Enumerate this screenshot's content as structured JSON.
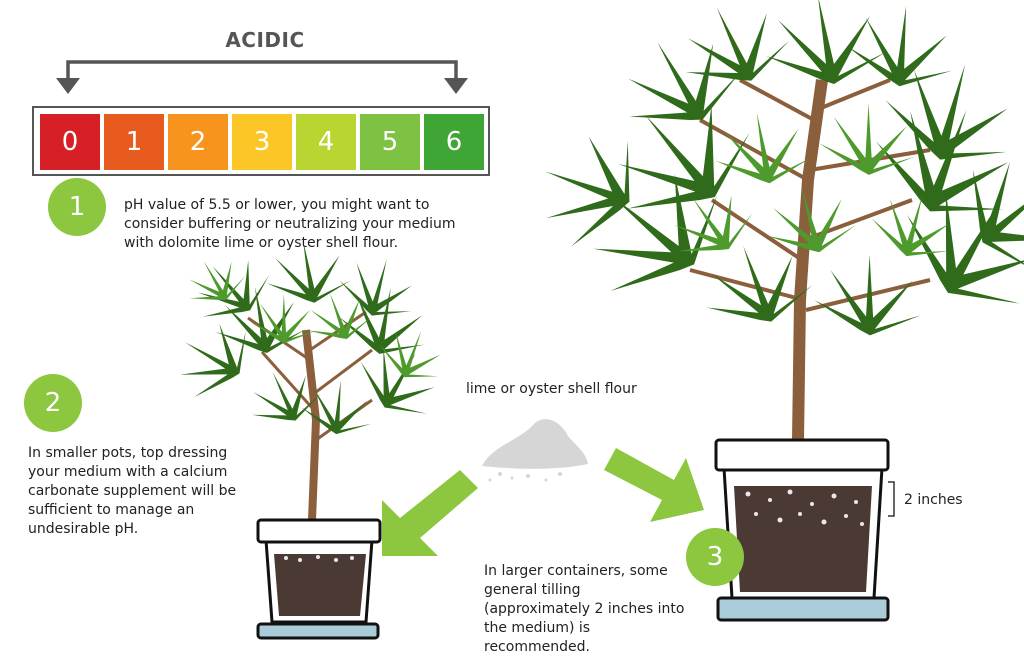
{
  "scale": {
    "title": "ACIDIC",
    "cells": [
      {
        "label": "0",
        "color": "#d71f26"
      },
      {
        "label": "1",
        "color": "#e75c1e"
      },
      {
        "label": "2",
        "color": "#f7941d"
      },
      {
        "label": "3",
        "color": "#fcc726"
      },
      {
        "label": "4",
        "color": "#b9d531"
      },
      {
        "label": "5",
        "color": "#7dc242"
      },
      {
        "label": "6",
        "color": "#3fa535"
      }
    ]
  },
  "steps": {
    "one": {
      "number": "1",
      "text": "pH value of 5.5 or lower, you might want to consider buffering or neutralizing your medium with dolomite lime or oyster shell flour."
    },
    "two": {
      "number": "2",
      "text": "In smaller pots, top dressing your medium with a calcium carbonate supplement will be sufficient to manage an undesirable pH."
    },
    "three": {
      "number": "3",
      "text": "In larger containers, some general tilling (approximately 2 inches into the medium) is recommended."
    }
  },
  "labels": {
    "powder": "lime or oyster shell flour",
    "depth": "2 inches"
  },
  "colors": {
    "accent_green": "#8dc63f",
    "leaf_dark": "#2f6b1a",
    "leaf_light": "#4e9a2c",
    "stem": "#8b5e3c",
    "soil": "#4a3a33",
    "saucer": "#a9ccd8",
    "powder": "#d6d6d6"
  }
}
